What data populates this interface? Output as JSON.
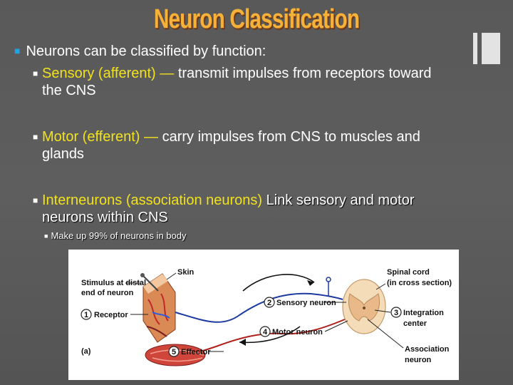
{
  "slide": {
    "title": "Neuron Classification",
    "bullet1": "Neurons can be classified by function:",
    "sensory": {
      "term": "Sensory (afferent) —",
      "desc": " transmit impulses from receptors toward the CNS"
    },
    "motor": {
      "term": "Motor (efferent) —",
      "desc": " carry impulses from CNS to muscles and glands"
    },
    "inter": {
      "term": "Interneurons (association neurons)",
      "desc": " Link sensory and motor neurons within CNS"
    },
    "sub_bullet": "Make up 99% of neurons in body"
  },
  "figure": {
    "labels": {
      "stimulus_line1": "Stimulus at distal",
      "stimulus_line2": "end of neuron",
      "skin": "Skin",
      "receptor": "Receptor",
      "sensory_neuron": "Sensory neuron",
      "motor_neuron": "Motor neuron",
      "effector": "Effector",
      "panel": "(a)",
      "spinal_line1": "Spinal cord",
      "spinal_line2": "(in cross section)",
      "integration_line1": "Integration",
      "integration_line2": "center",
      "association_line1": "Association",
      "association_line2": "neuron"
    },
    "numbers": {
      "receptor": "1",
      "sensory": "2",
      "integration": "3",
      "motor": "4",
      "effector": "5"
    }
  },
  "colors": {
    "background": "#5a5a5a",
    "title": "#f5b23a",
    "bullet_accent": "#21a3e0",
    "highlight_term": "#f2e21c",
    "body_text": "#ffffff"
  }
}
